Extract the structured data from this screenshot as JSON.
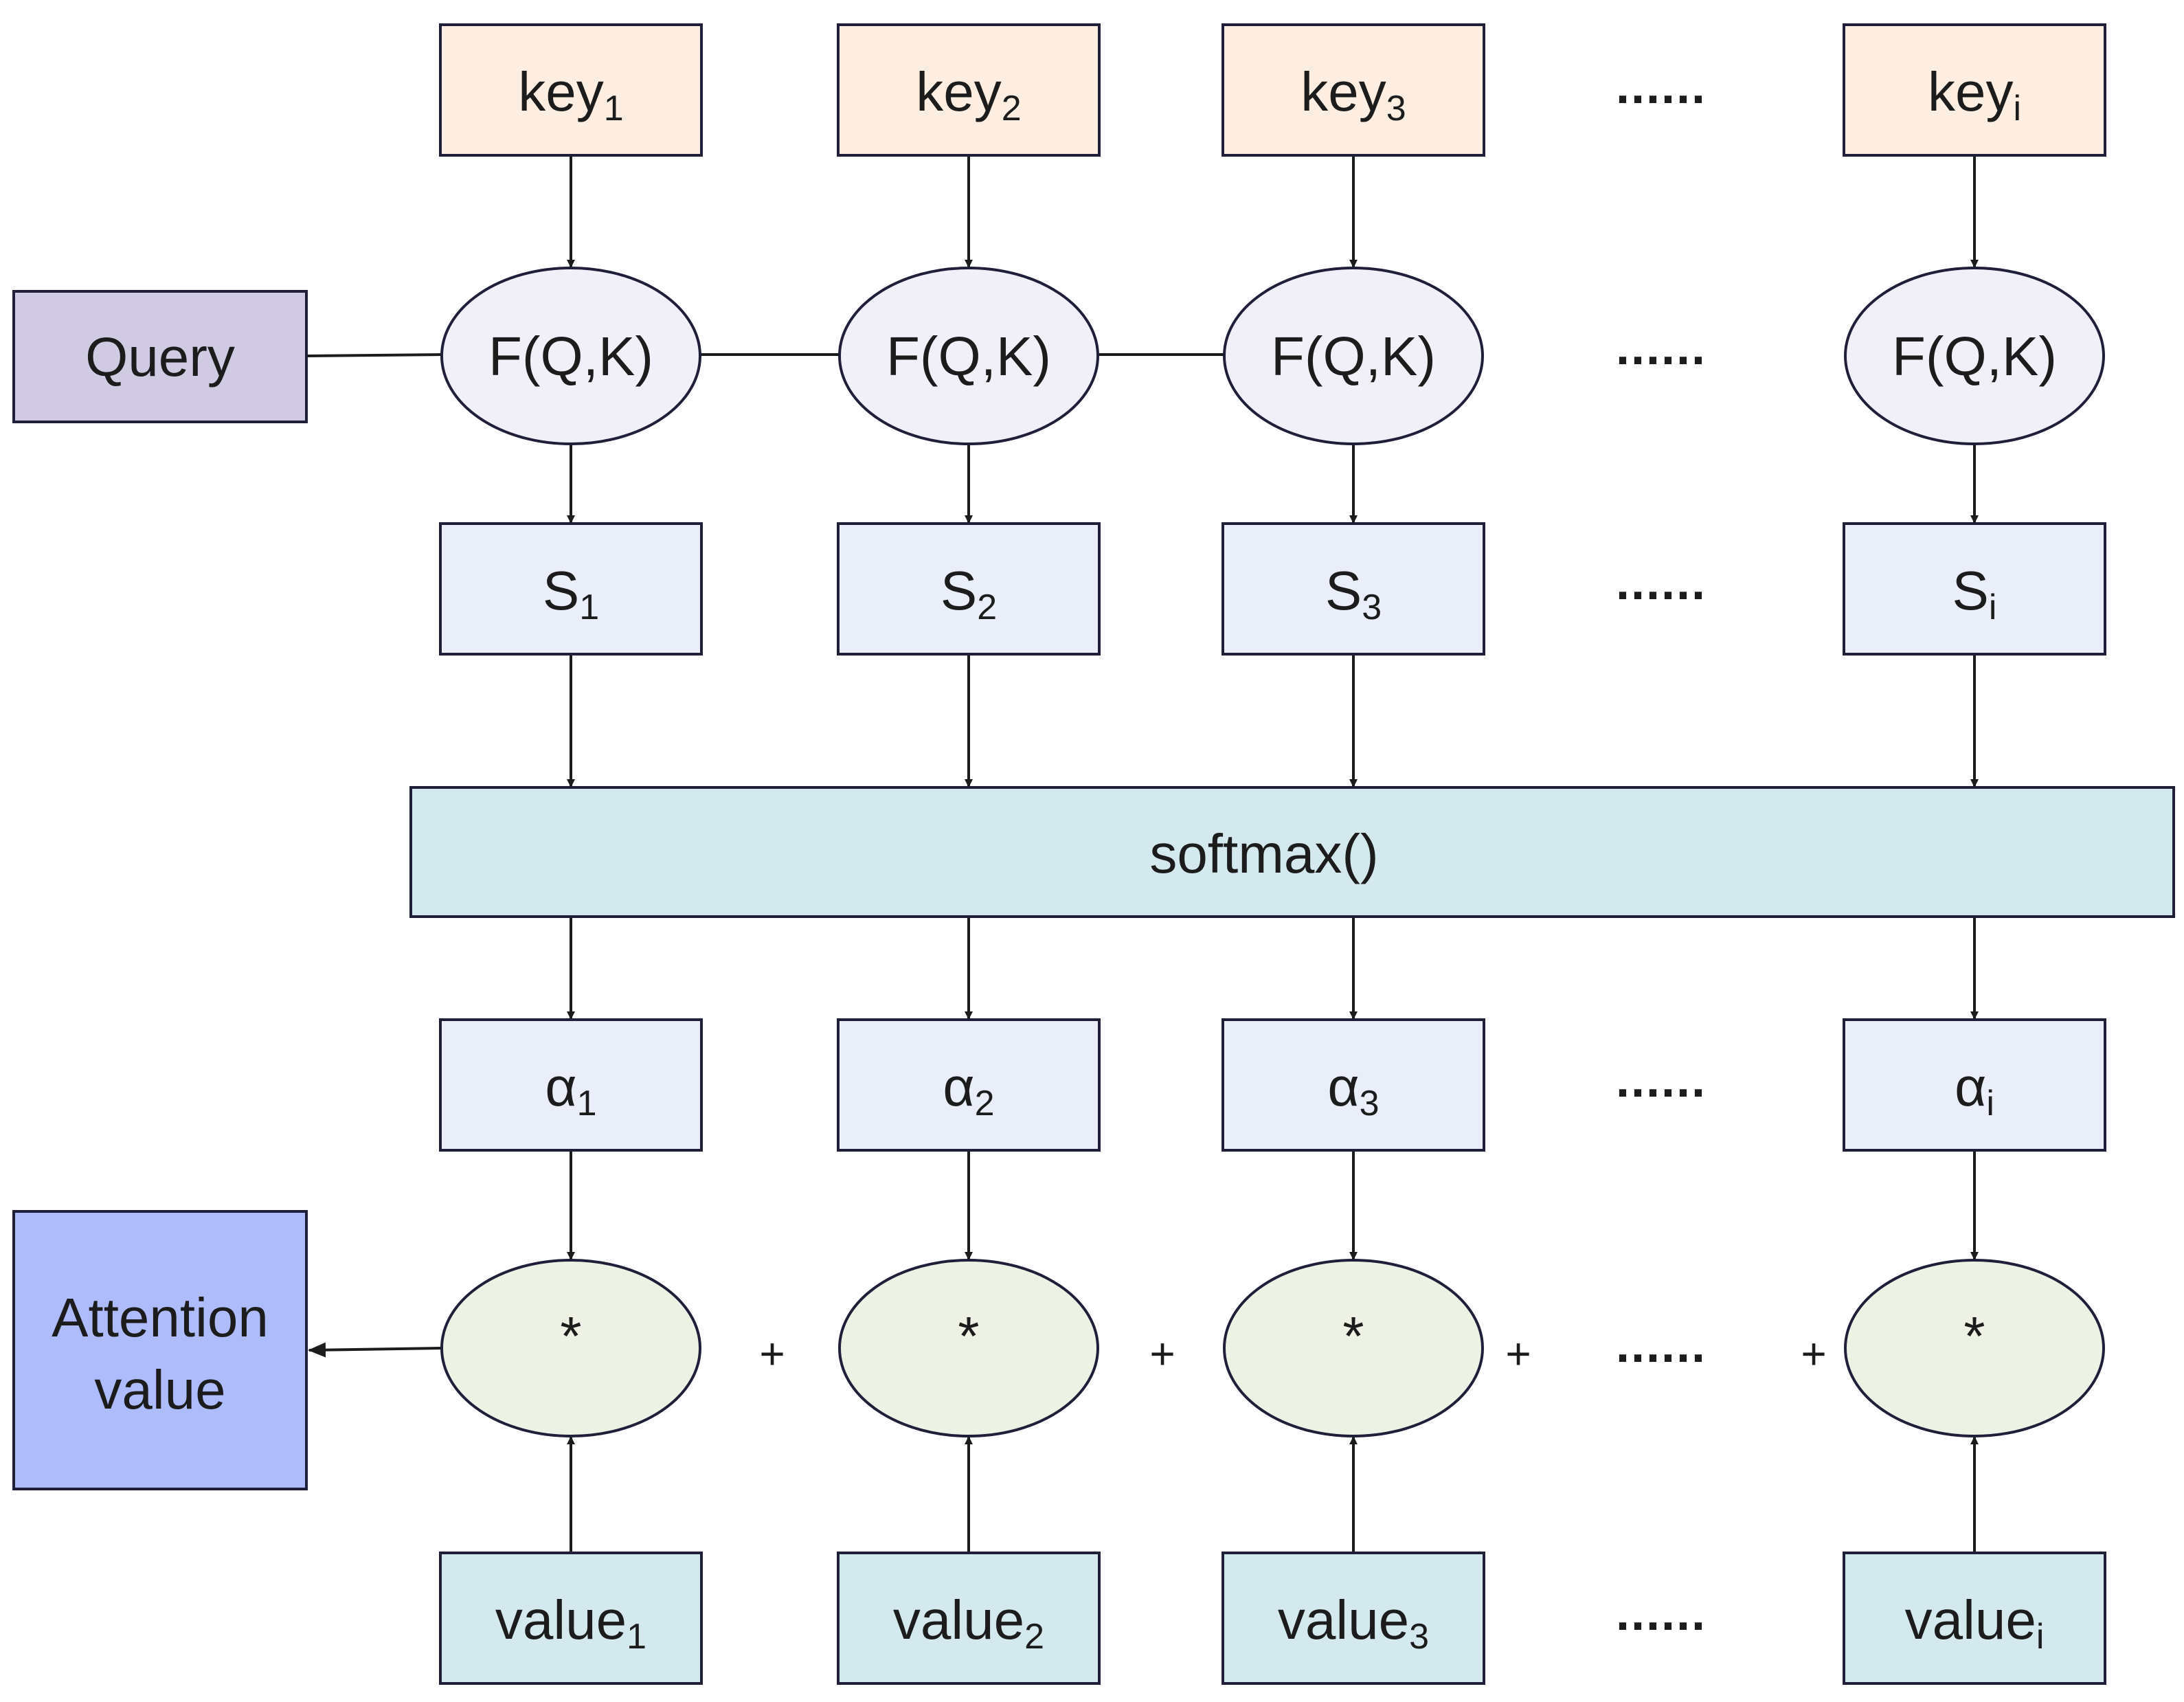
{
  "colors": {
    "key_fill": "#fdeee1",
    "query_fill": "#d0cbe2",
    "fqk_fill": "#f1eff8",
    "score_fill": "#e9eef9",
    "softmax_fill": "#d3e9ee",
    "alpha_fill": "#e9eef9",
    "mult_fill": "#edf2e4",
    "value_fill": "#d3e9ee",
    "attention_fill": "#aebcfc",
    "line": "#1c1c1c"
  },
  "query": {
    "label": "Query"
  },
  "attention": {
    "line1": "Attention",
    "line2": "value"
  },
  "softmax": {
    "label": "softmax()"
  },
  "ellipsis": "......",
  "plus": "+",
  "columns": [
    {
      "key": "key",
      "key_sub": "1",
      "fqk": "F(Q,K)",
      "score": "S",
      "score_sub": "1",
      "alpha": "α",
      "alpha_sub": "1",
      "mult": "*",
      "value": "value",
      "value_sub": "1"
    },
    {
      "key": "key",
      "key_sub": "2",
      "fqk": "F(Q,K)",
      "score": "S",
      "score_sub": "2",
      "alpha": "α",
      "alpha_sub": "2",
      "mult": "*",
      "value": "value",
      "value_sub": "2"
    },
    {
      "key": "key",
      "key_sub": "3",
      "fqk": "F(Q,K)",
      "score": "S",
      "score_sub": "3",
      "alpha": "α",
      "alpha_sub": "3",
      "mult": "*",
      "value": "value",
      "value_sub": "3"
    },
    {
      "key": "key",
      "key_sub": "i",
      "fqk": "F(Q,K)",
      "score": "S",
      "score_sub": "i",
      "alpha": "α",
      "alpha_sub": "i",
      "mult": "*",
      "value": "value",
      "value_sub": "i"
    }
  ]
}
